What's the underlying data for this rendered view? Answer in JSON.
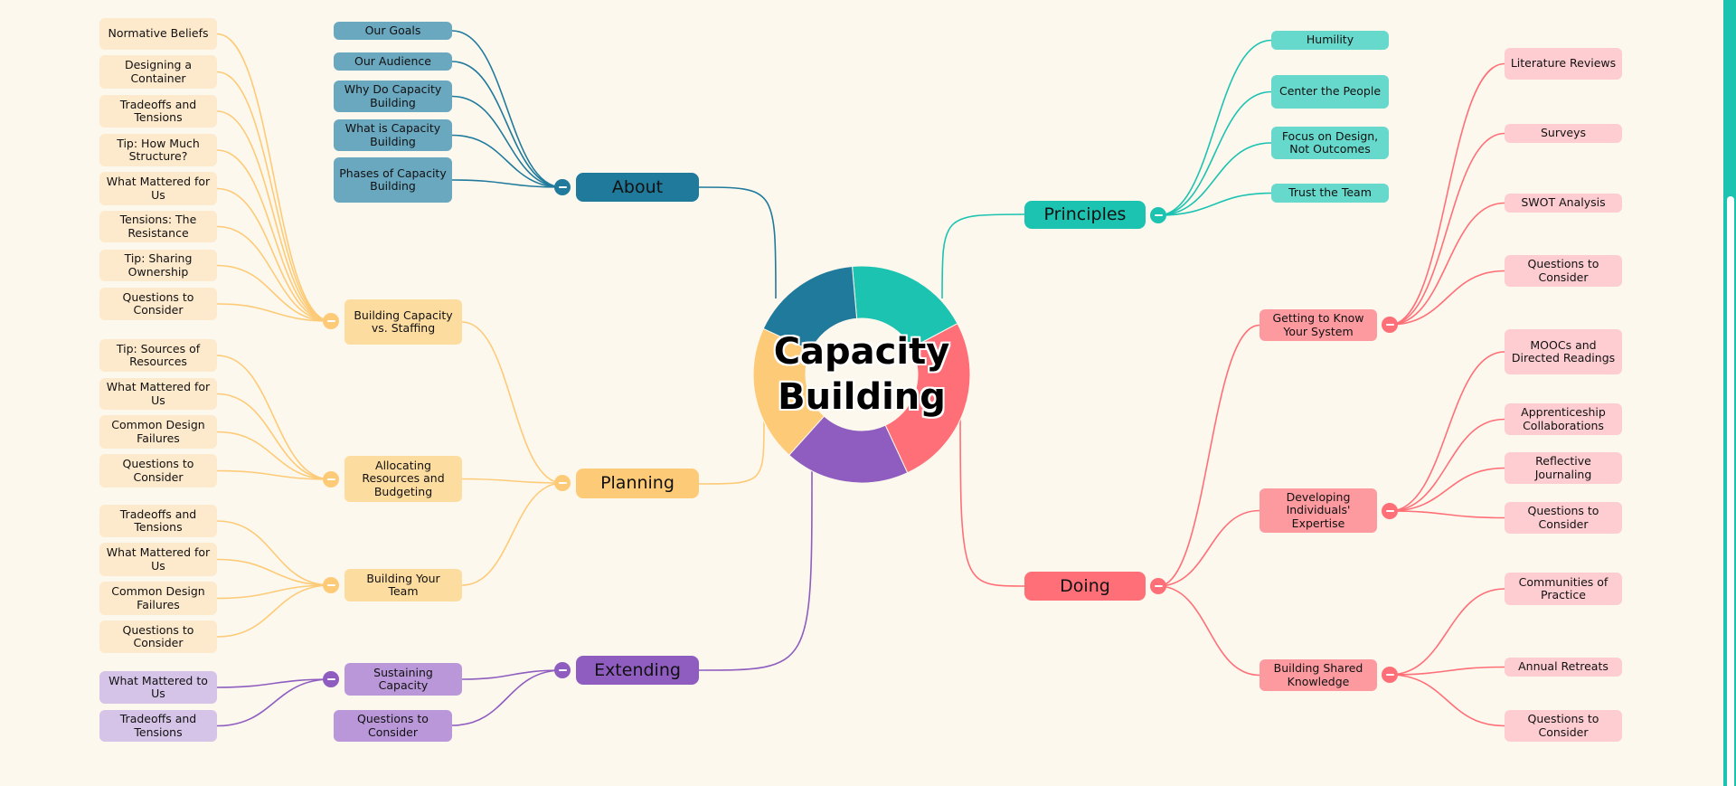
{
  "center": {
    "line1": "Capacity",
    "line2": "Building"
  },
  "colors": {
    "background": "#fdf8ee",
    "about": "#207a9c",
    "about_child": "#6aa8c0",
    "principles": "#1bc3b0",
    "principles_child": "#66d9cc",
    "planning": "#fdcb78",
    "planning_sub": "#fddca0",
    "planning_leaf": "#fde9cc",
    "doing": "#ff6f77",
    "doing_sub": "#fc9aa0",
    "doing_leaf": "#fdcdd2",
    "extending": "#8e5dbf",
    "extending_sub": "#b997d8",
    "extending_leaf": "#d6c4e8"
  },
  "about": {
    "label": "About",
    "children": [
      "Our Goals",
      "Our Audience",
      "Why Do Capacity Building",
      "What is Capacity Building",
      "Phases of Capacity Building"
    ]
  },
  "principles": {
    "label": "Principles",
    "children": [
      "Humility",
      "Center the People",
      "Focus on Design, Not Outcomes",
      "Trust the Team"
    ]
  },
  "planning": {
    "label": "Planning",
    "subs": [
      {
        "label": "Building Capacity vs. Staffing",
        "children": [
          "Normative Beliefs",
          "Designing a Container",
          "Tradeoffs and Tensions",
          "Tip: How Much Structure?",
          "What Mattered for Us",
          "Tensions: The Resistance",
          "Tip: Sharing Ownership",
          "Questions to Consider"
        ]
      },
      {
        "label": "Allocating Resources and Budgeting",
        "children": [
          "Tip: Sources of Resources",
          "What Mattered for Us",
          "Common Design Failures",
          "Questions to Consider"
        ]
      },
      {
        "label": "Building Your Team",
        "children": [
          "Tradeoffs and Tensions",
          "What Mattered for Us",
          "Common Design Failures",
          "Questions to Consider"
        ]
      }
    ]
  },
  "doing": {
    "label": "Doing",
    "subs": [
      {
        "label": "Getting to Know Your System",
        "children": [
          "Literature Reviews",
          "Surveys",
          "SWOT Analysis",
          "Questions to Consider"
        ]
      },
      {
        "label": "Developing Individuals' Expertise",
        "children": [
          "MOOCs and Directed Readings",
          "Apprenticeship Collaborations",
          "Reflective Journaling",
          "Questions to Consider"
        ]
      },
      {
        "label": "Building Shared Knowledge",
        "children": [
          "Communities of Practice",
          "Annual Retreats",
          "Questions to Consider"
        ]
      }
    ]
  },
  "extending": {
    "label": "Extending",
    "subs": [
      {
        "label": "Sustaining Capacity",
        "children": [
          "What Mattered to Us",
          "Tradeoffs and Tensions"
        ]
      },
      {
        "label": "Questions to Consider",
        "children": []
      }
    ]
  }
}
